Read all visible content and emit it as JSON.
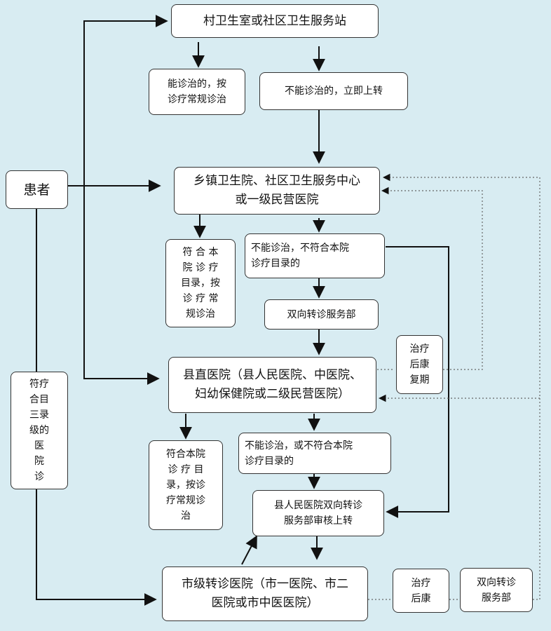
{
  "nodes": {
    "village": "村卫生室或社区卫生服务站",
    "village_treat": "能诊治的，按\n诊疗常规诊治",
    "village_refer": "不能诊治的，立即上转",
    "patient": "患者",
    "township": "乡镇卫生院、社区卫生服务中心\n或一级民营医院",
    "township_treat": "符 合 本\n院 诊 疗\n目录，按\n诊 疗 常\n规诊治",
    "township_refer": "不能诊治，不符合本院\n诊疗目录的",
    "township_service": "双向转诊服务部",
    "rehab_review": "治疗\n后康\n复期",
    "county": "县直医院（县人民医院、中医院、\n妇幼保健院或二级民营医院）",
    "tertiary_direct": "符疗\n合目\n三录\n级的\n医\n院\n诊",
    "county_treat": "符合本院\n诊 疗 目\n录，按诊\n疗常规诊\n治",
    "county_refer": "不能诊治，或不符合本院\n诊疗目录的",
    "county_review": "县人民医院双向转诊\n服务部审核上转",
    "city": "市级转诊医院（市一医院、市二\n医院或市中医医院）",
    "city_rehab": "治疗\n后康",
    "city_service": "双向转诊\n服务部"
  },
  "colors": {
    "background": "#d8ecf2",
    "box_fill": "#ffffff",
    "box_border": "#333333",
    "arrow": "#111111",
    "dotted": "#666666"
  }
}
